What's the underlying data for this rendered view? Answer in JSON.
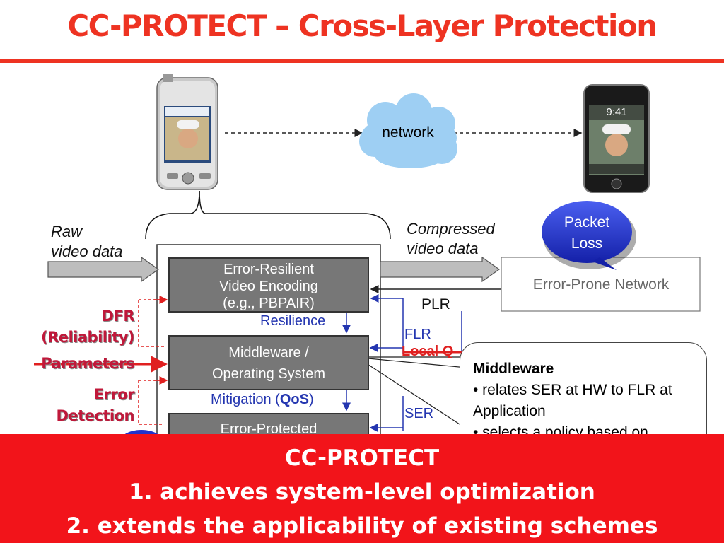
{
  "title": "CC-PROTECT – Cross-Layer Protection",
  "network_cloud": "network",
  "phone_left_time": "",
  "phone_right_time": "9:41",
  "raw_video": "Raw\nvideo data",
  "compressed_video": "Compressed\nvideo data",
  "packet_loss": "Packet\nLoss",
  "error_prone_network": "Error-Prone Network",
  "plr": "PLR",
  "flr": "FLR",
  "ser": "SER",
  "local_label": "Local Q",
  "encoding_box": "Error-Resilient\nVideo Encoding\n(e.g., PBPAIR)",
  "middleware_box": "Middleware /\nOperating System",
  "hardware_box": "Error-Protected",
  "resilience": "Resilience",
  "mitigation_prefix": "Mitigation (",
  "mitigation_bold": "QoS",
  "mitigation_suffix": ")",
  "dfr": "DFR\n(Reliability)",
  "parameters": "Parameters",
  "error_detection": "Error\nDetection",
  "callout": {
    "heading": "Middleware",
    "bullet1": "• relates SER at HW to FLR at Application",
    "bullet2": "• selects a policy based on"
  },
  "banner": {
    "line1": "CC-PROTECT",
    "line2": "1. achieves system-level optimization",
    "line3": "2. extends the applicability of existing schemes"
  },
  "colors": {
    "title_red": "#ee3322",
    "banner_red": "#f2141a",
    "cloud_blue": "#9ecff3",
    "packet_blue": "#2233cc",
    "label_crimson": "#c0183a",
    "label_blue": "#2436b0"
  }
}
